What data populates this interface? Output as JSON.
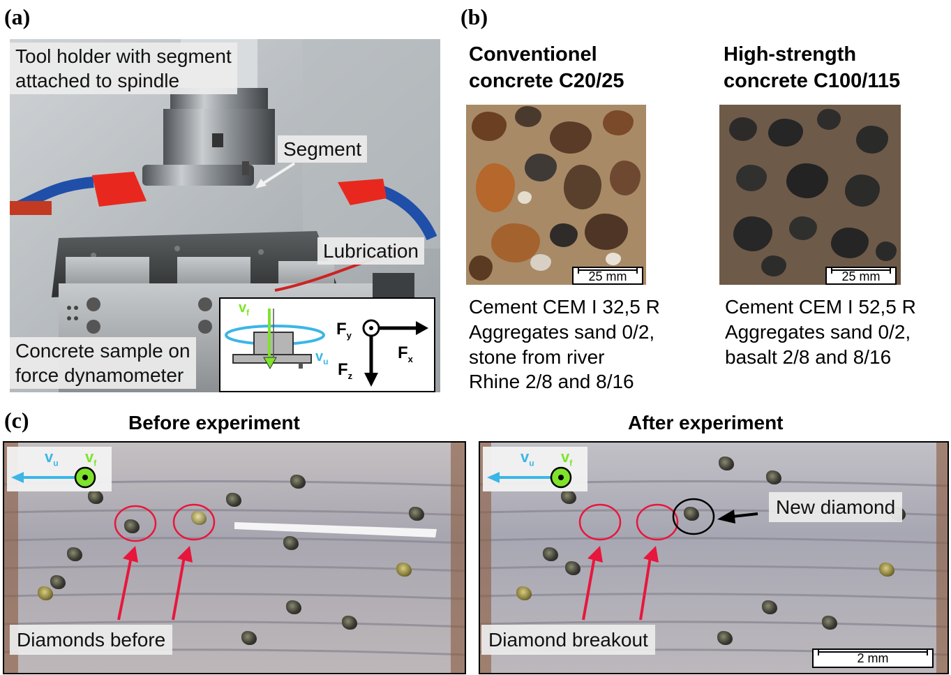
{
  "panel_a": {
    "label": "(a)",
    "callout_tool_holder": [
      "Tool holder with segment",
      "attached to spindle"
    ],
    "callout_segment": "Segment",
    "callout_lubrication": "Lubrication",
    "callout_sample": [
      "Concrete sample on",
      "force dynamometer"
    ],
    "inset": {
      "vf": "v",
      "vf_sub": "f",
      "vu": "v",
      "vu_sub": "u",
      "fy": "F",
      "fy_sub": "y",
      "fx": "F",
      "fx_sub": "x",
      "fz": "F",
      "fz_sub": "z"
    }
  },
  "panel_b": {
    "label": "(b)",
    "left": {
      "heading": [
        "Conventionel",
        "concrete C20/25"
      ],
      "scale": "25 mm",
      "description": [
        "Cement CEM I 32,5 R",
        "Aggregates sand 0/2,",
        "stone from river",
        "Rhine 2/8 and 8/16"
      ]
    },
    "right": {
      "heading": [
        "High-strength",
        "concrete C100/115"
      ],
      "scale": "25 mm",
      "description": [
        "Cement CEM I 52,5 R",
        "Aggregates sand 0/2,",
        "basalt 2/8 and 8/16"
      ]
    }
  },
  "panel_c": {
    "label": "(c)",
    "before": {
      "title": "Before experiment",
      "vu": "v",
      "vu_sub": "u",
      "vf": "v",
      "vf_sub": "f",
      "callout": "Diamonds before"
    },
    "after": {
      "title": "After experiment",
      "vu": "v",
      "vu_sub": "u",
      "vf": "v",
      "vf_sub": "f",
      "callout": "Diamond breakout",
      "new_diamond": "New diamond",
      "scale": "2 mm"
    }
  },
  "colors": {
    "accent_red": "#e8163c",
    "velocity_blue": "#3bb6e6",
    "feed_green": "#7ee32a",
    "nozzle_red": "#e8281e"
  }
}
